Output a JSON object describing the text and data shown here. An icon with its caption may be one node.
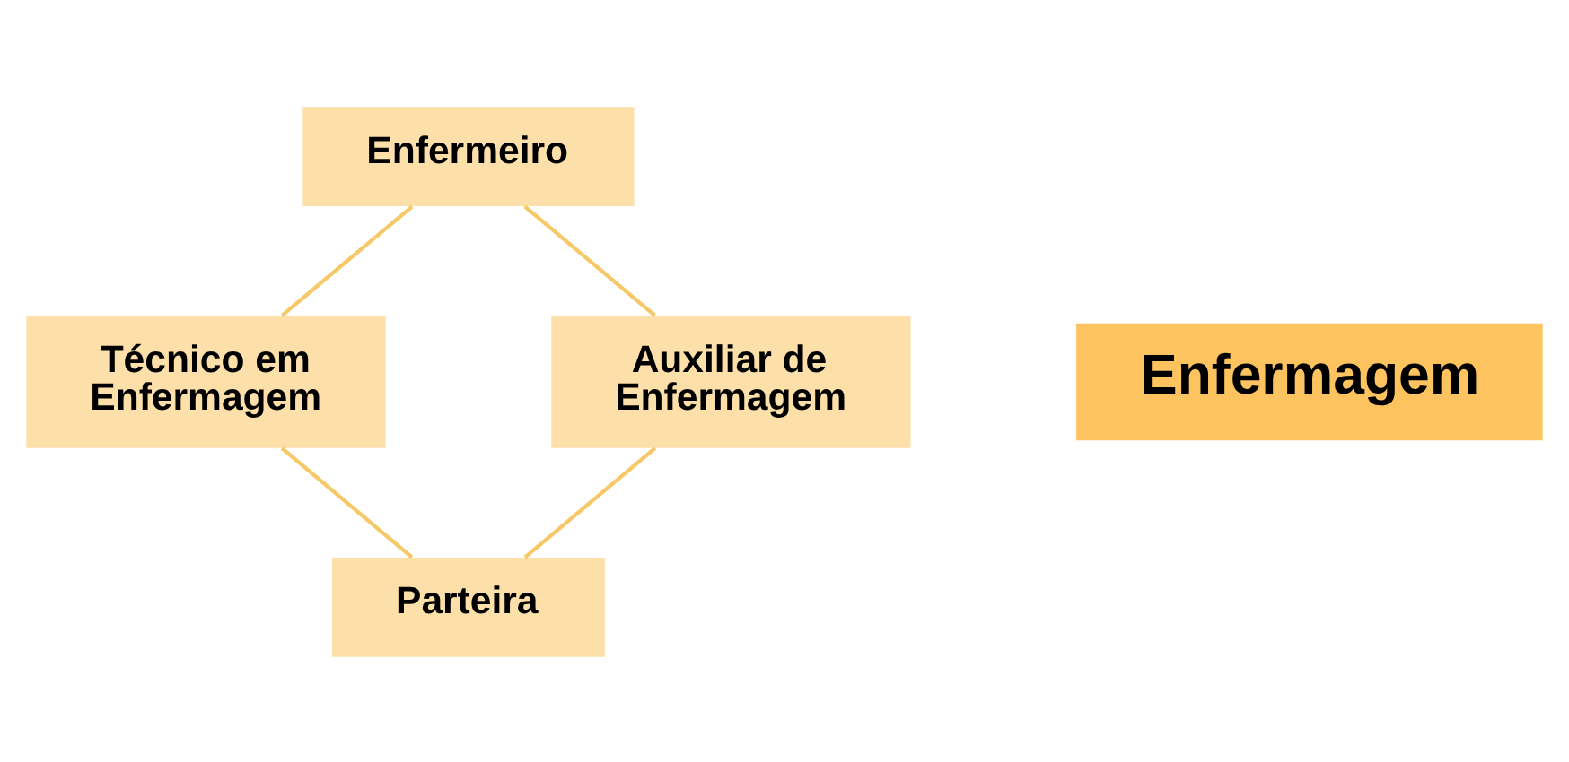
{
  "diagram": {
    "nodes": [
      {
        "text": [
          "Enfermeiro"
        ]
      },
      {
        "text": [
          "Técnico em Enfermagem"
        ]
      },
      {
        "text": [
          "Enfermagem"
        ]
      },
      {
        "text": [
          "Auxiliar de Enfermagem"
        ]
      },
      {
        "text": [
          "Parteira"
        ]
      }
    ],
    "edges": [
      {
        "from": 0,
        "to": 1,
        "arrow": "none"
      },
      {
        "from": 0,
        "to": 3,
        "arrow": "none"
      },
      {
        "from": 1,
        "to": 4,
        "arrow": "none"
      },
      {
        "from": 3,
        "to": 4,
        "arrow": "none"
      }
    ]
  }
}
